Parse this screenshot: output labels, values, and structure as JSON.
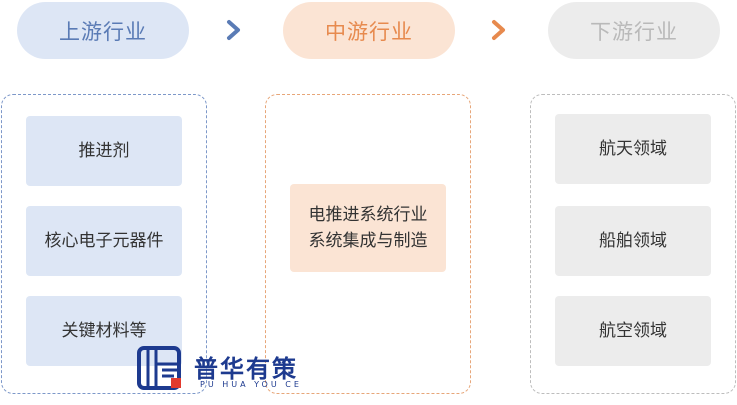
{
  "stages": {
    "upstream": {
      "label": "上游行业",
      "color": "#5a7bb5"
    },
    "midstream": {
      "label": "中游行业",
      "color": "#e78a4e"
    },
    "downstream": {
      "label": "下游行业",
      "color": "#b9b9b9"
    }
  },
  "upstream_items": [
    "推进剂",
    "核心电子元器件",
    "关键材料等"
  ],
  "midstream_items": [
    "电推进系统行业\n系统集成与制造"
  ],
  "downstream_items": [
    "航天领域",
    "船舶领域",
    "航空领域"
  ],
  "watermark": {
    "name_cn": "普华有策",
    "name_en": "PU HUA YOU CE"
  }
}
